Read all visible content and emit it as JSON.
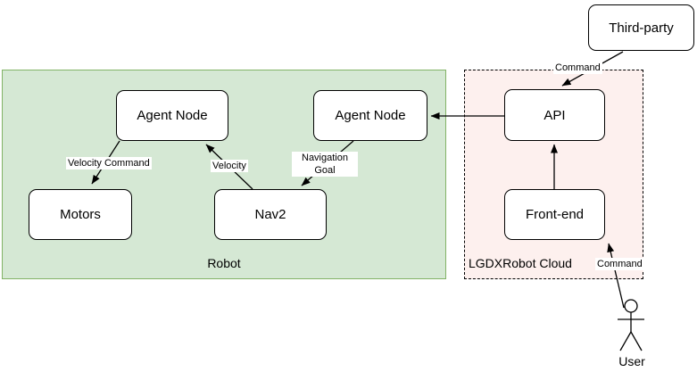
{
  "diagram": {
    "groups": {
      "robot": {
        "label": "Robot",
        "fill": "#d5e8d4",
        "border": "#82b366"
      },
      "cloud": {
        "label": "LGDXRobot Cloud",
        "fill": "#fdf0ee",
        "border": "#000000",
        "border_style": "dashed"
      }
    },
    "nodes": {
      "agent_node_left": {
        "label": "Agent Node"
      },
      "agent_node_right": {
        "label": "Agent Node"
      },
      "motors": {
        "label": "Motors"
      },
      "nav2": {
        "label": "Nav2"
      },
      "api": {
        "label": "API"
      },
      "front_end": {
        "label": "Front-end"
      },
      "third_party": {
        "label": "Third-party"
      }
    },
    "edges": {
      "velocity_command": {
        "label": "Velocity Command",
        "from": "Agent Node",
        "to": "Motors"
      },
      "velocity": {
        "label": "Velocity",
        "from": "Nav2",
        "to": "Agent Node"
      },
      "navigation_goal": {
        "label": "Navigation Goal",
        "from": "Agent Node",
        "to": "Nav2"
      },
      "api_to_agent": {
        "label": "",
        "from": "API",
        "to": "Agent Node"
      },
      "front_end_to_api": {
        "label": "",
        "from": "Front-end",
        "to": "API"
      },
      "third_party_command": {
        "label": "Command",
        "from": "Third-party",
        "to": "API"
      },
      "user_command": {
        "label": "Command",
        "from": "User",
        "to": "Front-end"
      }
    },
    "actor": {
      "label": "User"
    }
  }
}
